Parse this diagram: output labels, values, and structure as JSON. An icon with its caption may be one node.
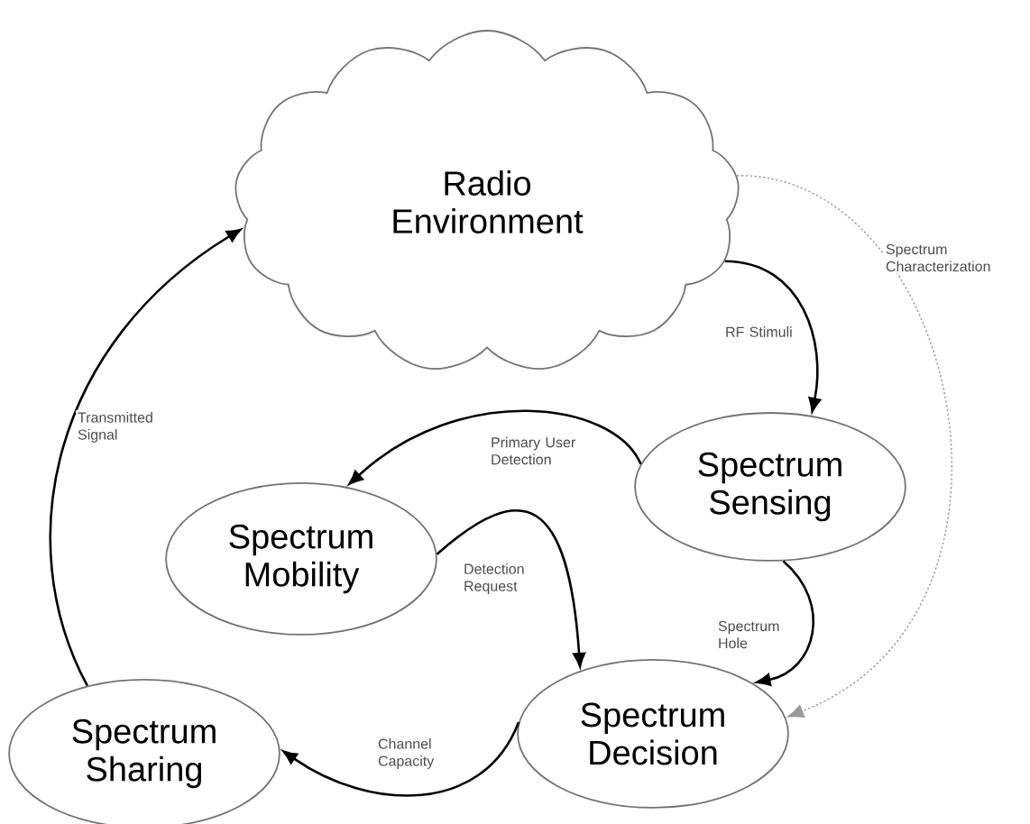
{
  "diagram": {
    "nodes": [
      {
        "text": [
          "Radio Environment"
        ]
      },
      {
        "text": [
          "Spectrum Sensing"
        ]
      },
      {
        "text": [
          "Spectrum Mobility"
        ]
      },
      {
        "text": [
          "Spectrum Decision"
        ]
      },
      {
        "text": [
          "Spectrum Sharing"
        ]
      }
    ],
    "edges": [
      {
        "from": 0,
        "to": 1,
        "arrow": "to",
        "label": "RF Stimuli"
      },
      {
        "from": 0,
        "to": 3,
        "arrow": "to",
        "label": "Spectrum Characterization",
        "style": "dashed",
        "color": "#999999"
      },
      {
        "from": 1,
        "to": 2,
        "arrow": "to",
        "label": "Primary User Detection"
      },
      {
        "from": 2,
        "to": 3,
        "arrow": "to",
        "label": "Detection Request"
      },
      {
        "from": 1,
        "to": 3,
        "arrow": "to",
        "label": "Spectrum Hole"
      },
      {
        "from": 3,
        "to": 4,
        "arrow": "to",
        "label": "Channel Capacity"
      },
      {
        "from": 4,
        "to": 0,
        "arrow": "to",
        "label": "Transmitted Signal"
      }
    ]
  }
}
